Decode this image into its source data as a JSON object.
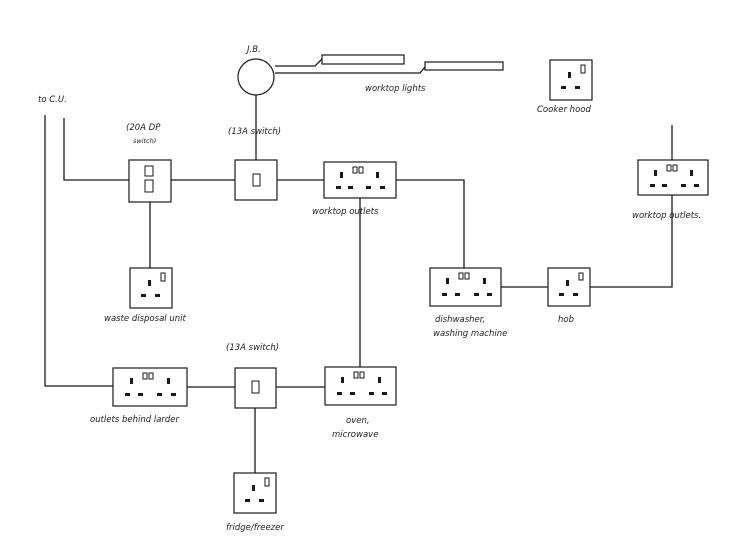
{
  "labels": {
    "to_cu": "to C.U.",
    "jb": "J.B.",
    "worktop_lights": "worktop lights",
    "dp_switch_line1": "(20A DP",
    "dp_switch_line2": "switch)",
    "switch_13a_top": "(13A switch)",
    "switch_13a_bottom": "(13A switch)",
    "worktop_outlets_left": "worktop outlets",
    "worktop_outlets_right": "worktop outlets.",
    "cooker_hood": "Cooker hood",
    "waste_disposal": "waste disposal unit",
    "dishwasher_line1": "dishwasher,",
    "dishwasher_line2": "washing machine",
    "hob": "hob",
    "outlets_larder": "outlets behind larder",
    "oven_line1": "oven,",
    "oven_line2": "microwave",
    "fridge": "fridge/freezer"
  }
}
